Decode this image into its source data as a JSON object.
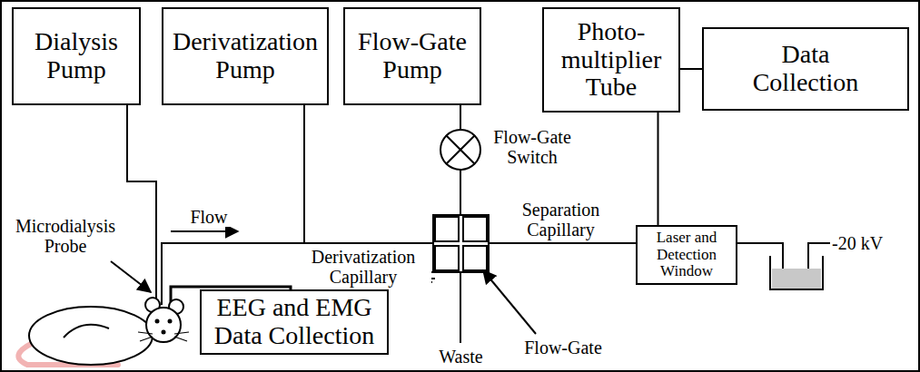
{
  "diagram": {
    "nodes": [
      {
        "text": [
          "Dialysis Pump"
        ]
      },
      {
        "text": [
          "Derivatization Pump"
        ]
      },
      {
        "text": [
          "Flow-Gate Pump"
        ]
      },
      {
        "text": [
          "Photo-multiplier Tube"
        ]
      },
      {
        "text": [
          "Data Collection"
        ]
      },
      {
        "text": [
          "Laser and Detection Window"
        ]
      },
      {
        "text": [
          "EEG and EMG Data Collection"
        ]
      }
    ],
    "edges": [
      {
        "from": 3,
        "to": 4,
        "arrow": "none"
      },
      {
        "from": 3,
        "to": 5,
        "arrow": "none"
      }
    ],
    "labels": [
      "Flow",
      "Microdialysis Probe",
      "Derivatization Capillary",
      "Flow-Gate Switch",
      "Separation Capillary",
      "-20 kV",
      "Waste",
      "Flow-Gate"
    ]
  }
}
